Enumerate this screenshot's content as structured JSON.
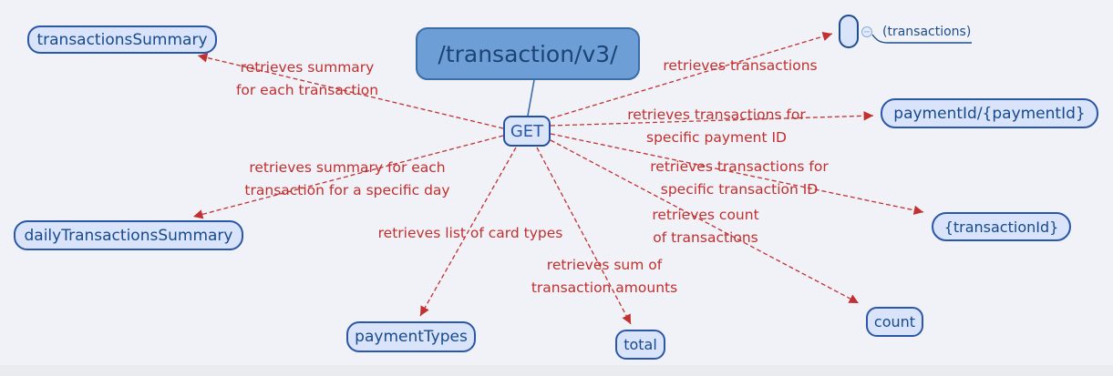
{
  "root": {
    "label": "/transaction/v3/"
  },
  "method_node": {
    "label": "GET"
  },
  "collapsed_node": {
    "label": "(transactions)",
    "toggle_glyph": "−"
  },
  "endpoints": [
    {
      "label": "transactionsSummary"
    },
    {
      "label": "dailyTransactionsSummary"
    },
    {
      "label": "paymentTypes"
    },
    {
      "label": "total"
    },
    {
      "label": "count"
    },
    {
      "label": "{transactionId}"
    },
    {
      "label": "paymentId/{paymentId}"
    }
  ],
  "edges": [
    {
      "from": "GET",
      "to": "transactionsSummary",
      "label": "retrieves summary\nfor each transaction"
    },
    {
      "from": "GET",
      "to": "(transactions)",
      "label": "retrieves transactions"
    },
    {
      "from": "GET",
      "to": "paymentId/{paymentId}",
      "label": "retrieves transactions for\nspecific payment ID"
    },
    {
      "from": "GET",
      "to": "{transactionId}",
      "label": "retrieves transactions for\nspecific transaction ID"
    },
    {
      "from": "GET",
      "to": "count",
      "label": "retrieves count\nof transactions"
    },
    {
      "from": "GET",
      "to": "total",
      "label": "retrieves sum of\ntransaction amounts"
    },
    {
      "from": "GET",
      "to": "paymentTypes",
      "label": "retrieves list of card types"
    },
    {
      "from": "GET",
      "to": "dailyTransactionsSummary",
      "label": "retrieves summary for each\ntransaction for a specific day"
    }
  ],
  "colors": {
    "background": "#f0f2f7",
    "root_fill": "#6d9fd6",
    "root_border": "#3b6da9",
    "node_fill": "#d9e4fa",
    "node_border": "#2b57a7",
    "node_text": "#174a8c",
    "edge_red": "#c23131",
    "link_blue": "#1d4d8d"
  }
}
